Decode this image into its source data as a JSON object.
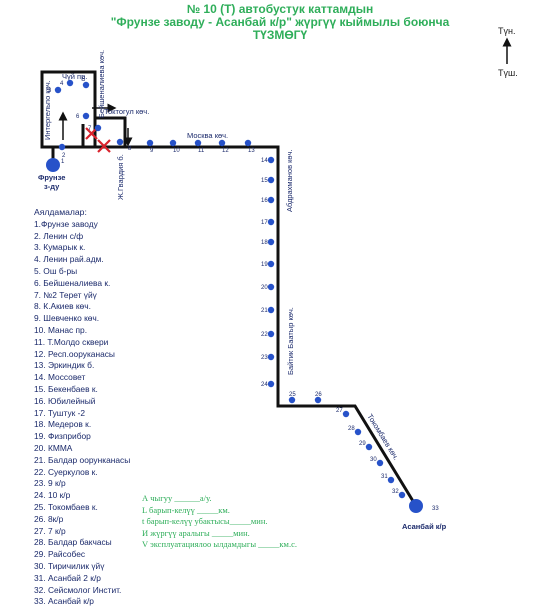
{
  "header": {
    "line1": "№ 10 (Т) автобустук каттамдын",
    "line2": "\"Фрунзе заводу  - Асанбай к/р\" жүргүү кыймылы боюнча",
    "line3": "ТҮЗМӨГҮ"
  },
  "compass": {
    "north": "Түн.",
    "south": "Түш."
  },
  "streets": {
    "chuy": "Чүй пр.",
    "beishenalieva": "Бейшеналиева көч.",
    "intergelpo": "Интергельпо көч.",
    "toktogul": "Токтогул көч.",
    "moskva": "Москва көч.",
    "jk_gvardia": "Ж.Гвардия б.",
    "abdrahmanov": "Абдрахманов көч.",
    "baitik": "Байтик Баатыр көч.",
    "tokombaev": "Токомбаев көч."
  },
  "terminals": {
    "start_line1": "Фрунзе",
    "start_line2": "з-ду",
    "end": "Асанбай к/р"
  },
  "stop_numbers": [
    "1",
    "2",
    "3",
    "4",
    "5",
    "6",
    "7",
    "8",
    "9",
    "10",
    "11",
    "12",
    "13",
    "14",
    "15",
    "16",
    "17",
    "18",
    "19",
    "20",
    "21",
    "22",
    "23",
    "24",
    "25",
    "26",
    "27",
    "28",
    "29",
    "30",
    "31",
    "32",
    "33"
  ],
  "stops_title": "Аялдамалар:",
  "stops": [
    "1.Фрунзе заводу",
    "2. Ленин с/ф",
    "3. Кумарык к.",
    "4. Ленин рай.адм.",
    "5. Ош б-ры",
    "6. Бейшеналиева к.",
    "7. №2 Терет үйү",
    "8. К.Акиев көч.",
    "9. Шевченко көч.",
    "10. Манас пр.",
    "11. Т.Молдо сквери",
    "12. Респ.ооруканасы",
    "13. Эркиндик б.",
    "14. Моссовет",
    "15. Бекенбаев к.",
    "16. Юбилейный",
    "17. Туштук -2",
    "18. Медеров к.",
    "19. Физприбор",
    "20. КММА",
    "21. Балдар оорунканасы",
    "22. Суеркулов к.",
    "23. 9 к/р",
    "24. 10 к/р",
    "25. Токомбаев к.",
    "26. 8к/р",
    "27. 7 к/р",
    "28. Балдар бакчасы",
    "29. Райсобес",
    "30. Тиричилик үйү",
    "31. Асанбай 2 к/р",
    "32. Сейсмолог Инстит.",
    "33. Асанбай к/р"
  ],
  "info_lines": [
    "А чыгуу ______а/у.",
    "L барып-келүү _____км.",
    "t барып-келүү убактысы_____мин.",
    "И жүргүү аралыгы _____мин.",
    "V эксплуатациялоо ылдамдыгы _____км.с."
  ]
}
